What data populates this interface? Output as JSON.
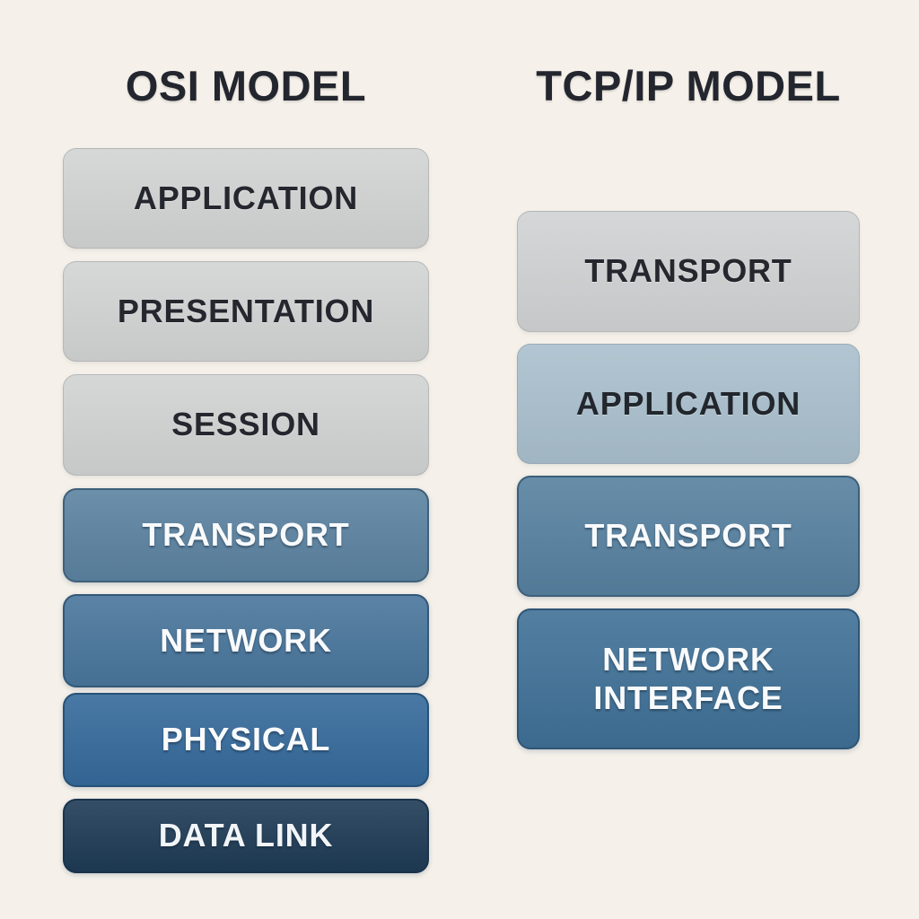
{
  "page": {
    "background": "#f5f1ea",
    "title_color": "#23262e"
  },
  "osi": {
    "title": "OSI MODEL",
    "layers": [
      {
        "label": "APPLICATION",
        "bg": "#d2d3d3",
        "fg": "#24272e"
      },
      {
        "label": "PRESENTATION",
        "bg": "#d2d3d3",
        "fg": "#24272e"
      },
      {
        "label": "SESSION",
        "bg": "#d1d3d3",
        "fg": "#24272e"
      },
      {
        "label": "TRANSPORT",
        "bg": "#5b82a0",
        "fg": "#f8fafc"
      },
      {
        "label": "NETWORK",
        "bg": "#48759b",
        "fg": "#f8fafc"
      },
      {
        "label": "PHYSICAL",
        "bg": "#35699a",
        "fg": "#f8fafc"
      },
      {
        "label": "DATA LINK",
        "bg": "#1e3a55",
        "fg": "#f2f5f7"
      }
    ]
  },
  "tcpip": {
    "title": "TCP/IP MODEL",
    "layers": [
      {
        "label": "TRANSPORT",
        "bg": "#d0d2d3",
        "fg": "#24272e"
      },
      {
        "label": "APPLICATION",
        "bg": "#a9bfcd",
        "fg": "#22262d"
      },
      {
        "label": "TRANSPORT",
        "bg": "#56809f",
        "fg": "#f8fafc"
      },
      {
        "label": "NETWORK INTERFACE",
        "bg": "#3f7096",
        "fg": "#f8fafc"
      }
    ]
  }
}
